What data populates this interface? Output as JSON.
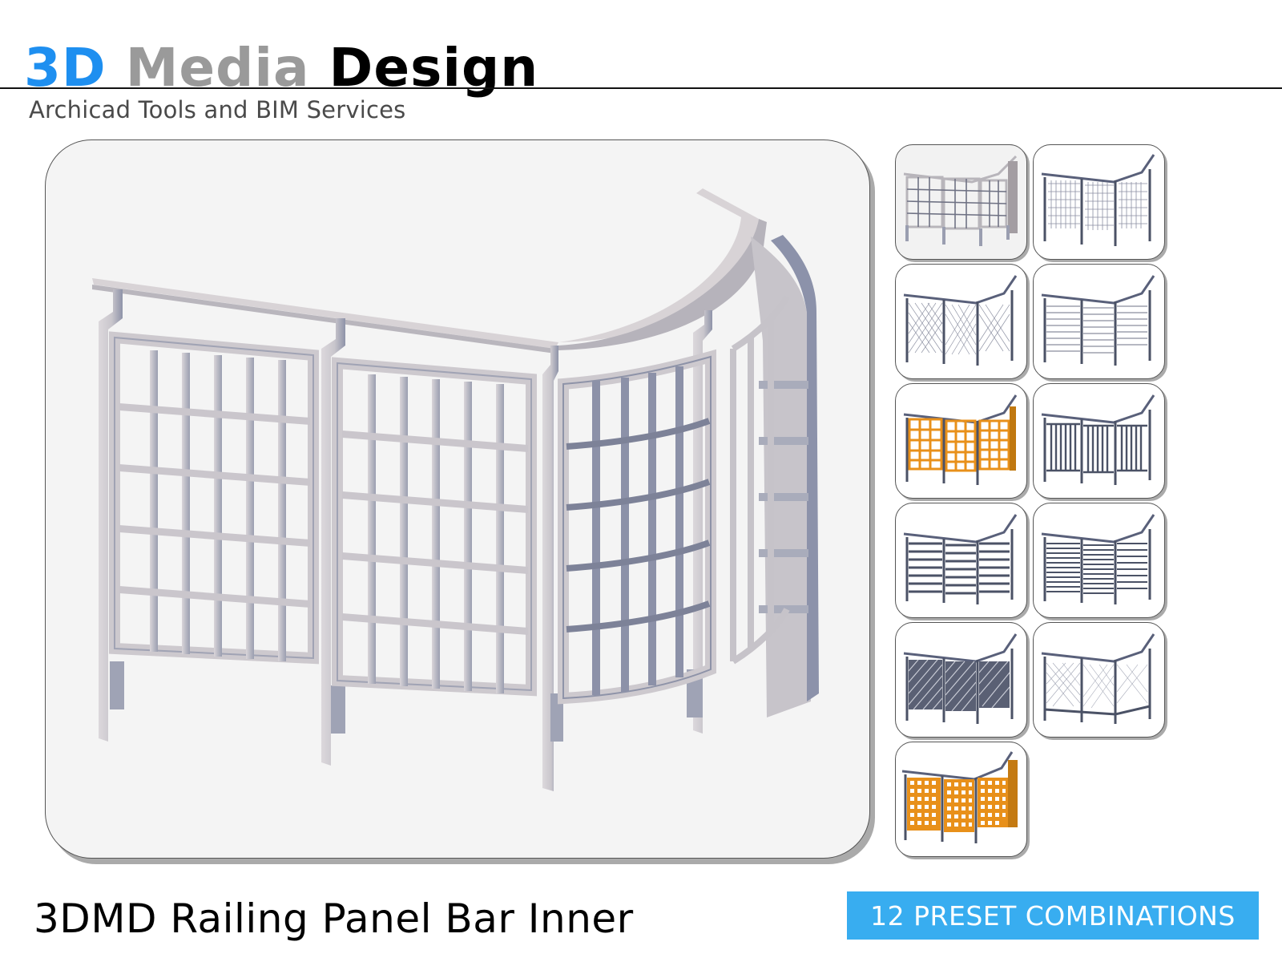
{
  "header": {
    "logo": {
      "word1": "3D",
      "word2": "Media",
      "word3": "Design"
    },
    "tagline": "Archicad Tools and BIM Services"
  },
  "colors": {
    "logo_blue": "#1e8ff0",
    "logo_gray": "#9a9a9a",
    "badge_blue": "#38adf0",
    "frame_bg": "#f4f4f4",
    "railing_light": "#d8d4d8",
    "railing_shadow": "#8e93a8",
    "infill_orange": "#e8901a",
    "infill_dark": "#4b5266"
  },
  "main_preview": {
    "description": "3D render of curved railing with grid bar panels",
    "panels": 4
  },
  "thumbnails": [
    {
      "id": 1,
      "style": "grid-bars-light",
      "color": "light",
      "selected": true
    },
    {
      "id": 2,
      "style": "fine-wire-grid",
      "color": "dark",
      "selected": false
    },
    {
      "id": 3,
      "style": "diamond-mesh",
      "color": "dark",
      "selected": false
    },
    {
      "id": 4,
      "style": "horizontal-cables",
      "color": "dark",
      "selected": false
    },
    {
      "id": 5,
      "style": "grid-bars-orange",
      "color": "orange",
      "selected": false
    },
    {
      "id": 6,
      "style": "vertical-bars",
      "color": "dark",
      "selected": false
    },
    {
      "id": 7,
      "style": "horizontal-bars",
      "color": "dark",
      "selected": false
    },
    {
      "id": 8,
      "style": "horizontal-slats",
      "color": "dark",
      "selected": false
    },
    {
      "id": 9,
      "style": "diagonal-perforated",
      "color": "dark",
      "selected": false
    },
    {
      "id": 10,
      "style": "chain-link",
      "color": "dark",
      "selected": false
    },
    {
      "id": 11,
      "style": "perforated-orange",
      "color": "orange",
      "selected": false
    }
  ],
  "footer": {
    "product_title": "3DMD Railing Panel Bar Inner",
    "preset_badge": "12 PRESET COMBINATIONS"
  }
}
